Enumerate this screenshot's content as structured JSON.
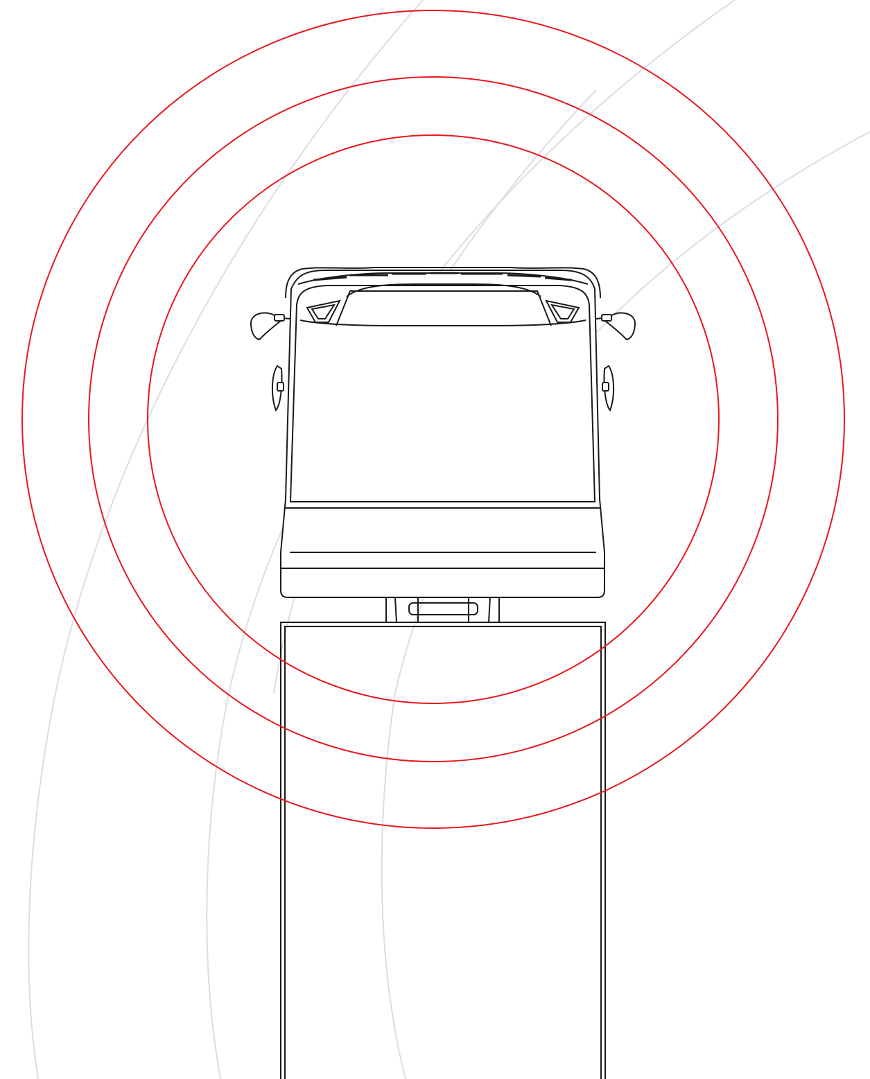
{
  "colors": {
    "background": "#ffffff",
    "signal_rings": "#e8171c",
    "background_arcs": "#dcdce6",
    "vehicle_outline": "#1a1a1a"
  },
  "scene": {
    "vehicle": "truck-top-view",
    "signal_ring_count": 3,
    "background_arc_count": 4
  }
}
